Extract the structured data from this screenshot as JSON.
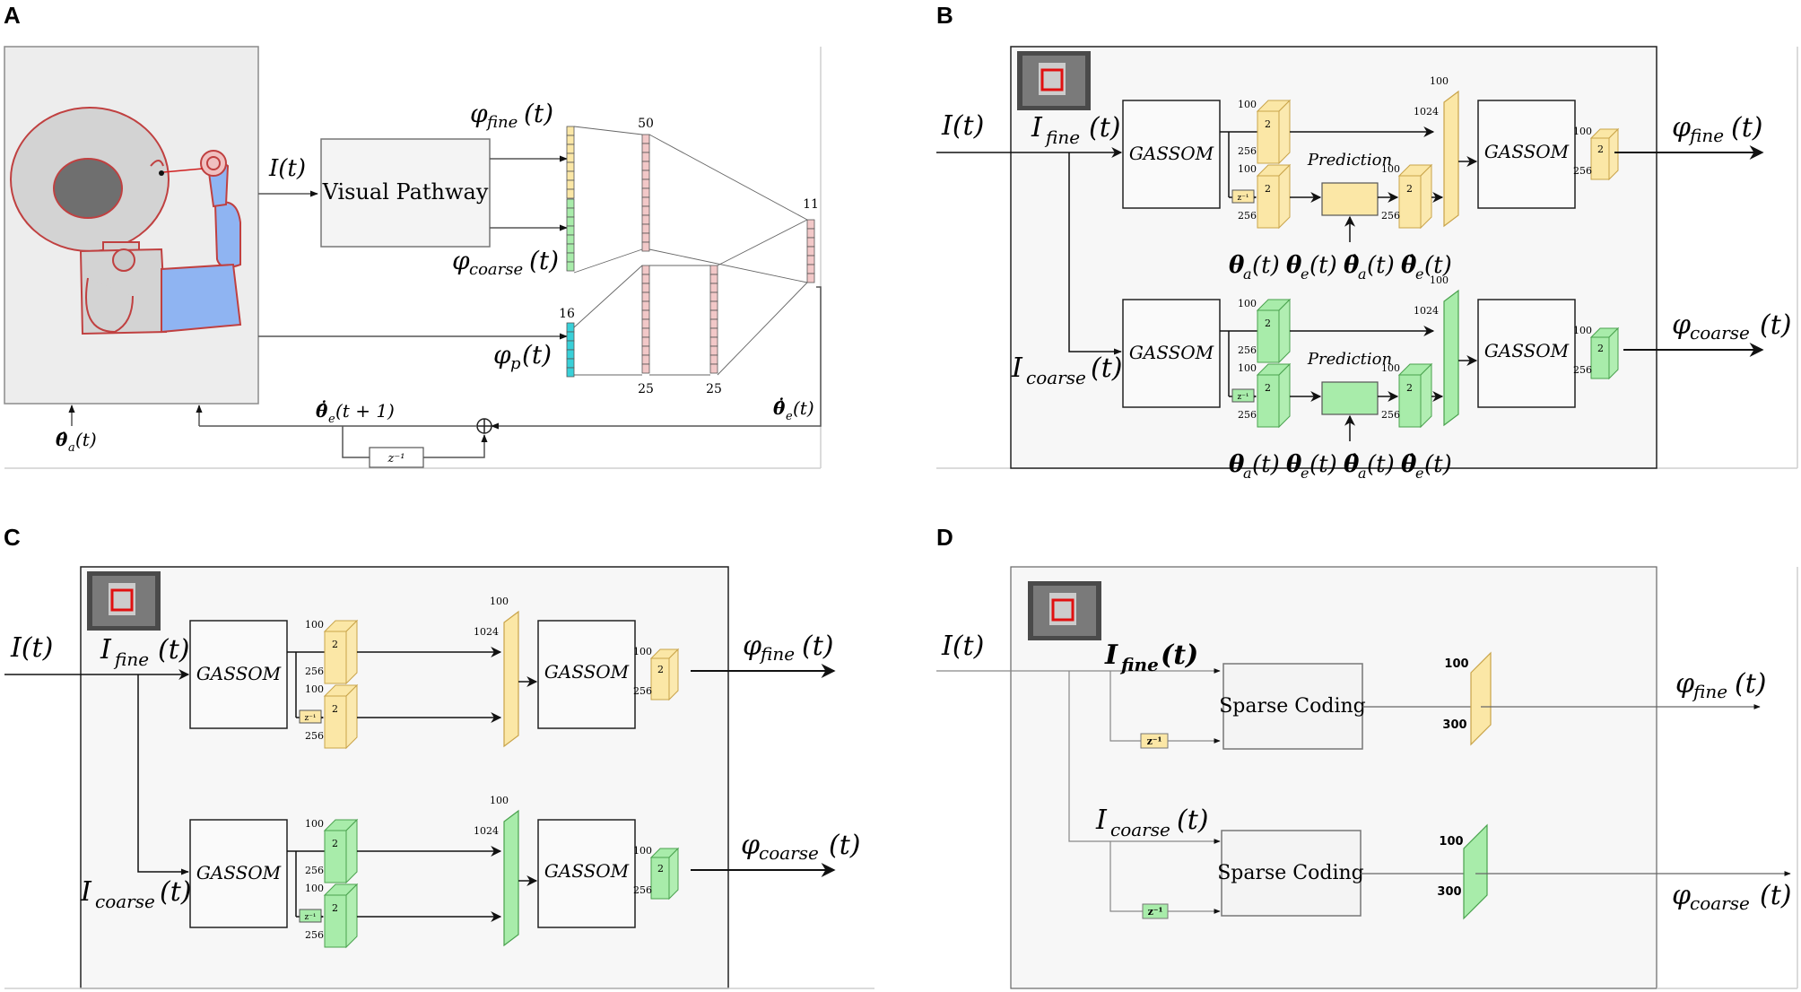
{
  "panels": {
    "A": {
      "letter": "A",
      "it": "I(t)",
      "visual_pathway": "Visual Pathway",
      "phi_fine": "φ",
      "phi_fine_sub": "fine",
      "phi_fine_t": "(t)",
      "phi_coarse": "φ",
      "phi_coarse_sub": "coarse",
      "phi_coarse_t": "(t)",
      "phi_p": "φ",
      "phi_p_sub": "p",
      "phi_p_t": "(t)",
      "n50": "50",
      "n11": "11",
      "n16": "16",
      "n25a": "25",
      "n25b": "25",
      "theta_a_hat": "θ̂",
      "theta_a_sub": "a",
      "theta_a_t": "(t)",
      "theta_e_next": "θ̂̇",
      "theta_e_next_sub": "e",
      "theta_e_next_t": "(t + 1)",
      "theta_e_dot": "θ̂̇",
      "theta_e_dot_sub": "e",
      "theta_e_dot_t": "(t)",
      "delay": "z⁻¹",
      "sum": "⊕"
    },
    "B": {
      "letter": "B",
      "it": "I(t)",
      "i_fine": "I",
      "i_fine_sub": "fine",
      "i_fine_t": "(t)",
      "i_coarse": "I",
      "i_coarse_sub": "coarse",
      "i_coarse_t": "(t)",
      "gassom": "GASSOM",
      "prediction": "Prediction",
      "phi_fine": "φ",
      "phi_fine_sub": "fine",
      "phi_fine_t": "(t)",
      "phi_coarse": "φ",
      "phi_coarse_sub": "coarse",
      "phi_coarse_t": "(t)",
      "thetas": "θa(t) θe(t) θ̇a(t) θ̇e(t)",
      "theta_a": "θ",
      "theta_a_sub": "a",
      "theta_a_t": "(t)",
      "theta_e": "θ",
      "theta_e_sub": "e",
      "theta_e_t": "(t)",
      "theta_a_dot": "θ̇",
      "theta_a_dot_sub": "a",
      "theta_a_dot_t": "(t)",
      "theta_e_dot": "θ̇",
      "theta_e_dot_sub": "e",
      "theta_e_dot_t": "(t)",
      "n100": "100",
      "n256": "256",
      "n1024": "1024",
      "n2": "2",
      "delay": "z⁻¹"
    },
    "C": {
      "letter": "C",
      "it": "I(t)",
      "i_fine": "I",
      "i_fine_sub": "fine",
      "i_fine_t": "(t)",
      "i_coarse": "I",
      "i_coarse_sub": "coarse",
      "i_coarse_t": "(t)",
      "gassom": "GASSOM",
      "phi_fine": "φ",
      "phi_fine_sub": "fine",
      "phi_fine_t": "(t)",
      "phi_coarse": "φ",
      "phi_coarse_sub": "coarse",
      "phi_coarse_t": "(t)",
      "n100": "100",
      "n256": "256",
      "n1024": "1024",
      "n2": "2",
      "delay": "z⁻¹"
    },
    "D": {
      "letter": "D",
      "it": "I(t)",
      "i_fine": "I",
      "i_fine_sub": "fine",
      "i_fine_t": "(t)",
      "i_coarse": "I",
      "i_coarse_sub": "coarse",
      "i_coarse_t": "(t)",
      "sparse_coding": "Sparse Coding",
      "phi_fine": "φ",
      "phi_fine_sub": "fine",
      "phi_fine_t": "(t)",
      "phi_coarse": "φ",
      "phi_coarse_sub": "coarse",
      "phi_coarse_t": "(t)",
      "n100": "100",
      "n300": "300",
      "delay": "z⁻¹"
    }
  },
  "colors": {
    "fine": "#fbe7a6",
    "fine_stroke": "#c9a44a",
    "coarse": "#a8ecaa",
    "coarse_stroke": "#4aa24e",
    "proprio": "#38d0d8",
    "hidden": "#f2c8c8",
    "panel_bg": "#f7f7f7",
    "robot_body": "#d3d3d3",
    "robot_outline": "#c04040",
    "robot_arm": "#8fb4f2"
  }
}
